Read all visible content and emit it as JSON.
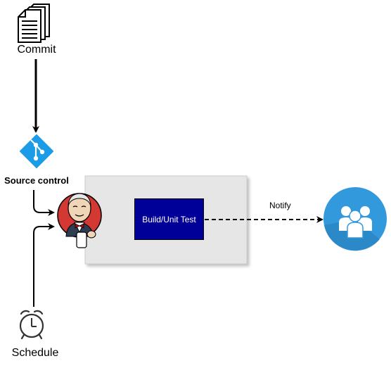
{
  "nodes": {
    "commit": {
      "label": "Commit"
    },
    "source_control": {
      "label": "Source control"
    },
    "schedule": {
      "label": "Schedule"
    },
    "build": {
      "label": "Build/Unit Test"
    },
    "notify": {
      "label": "Notify"
    }
  },
  "icons": {
    "commit": "document-stack-icon",
    "source_control": "git-icon",
    "schedule": "alarm-clock-icon",
    "jenkins": "jenkins-butler-logo",
    "team": "team-users-icon"
  },
  "colors": {
    "git_blue": "#1c9be6",
    "build_box": "#000099",
    "stage_panel": "#e6e6e6",
    "jenkins_red": "#d33833",
    "team_blue": "#3399dd"
  }
}
